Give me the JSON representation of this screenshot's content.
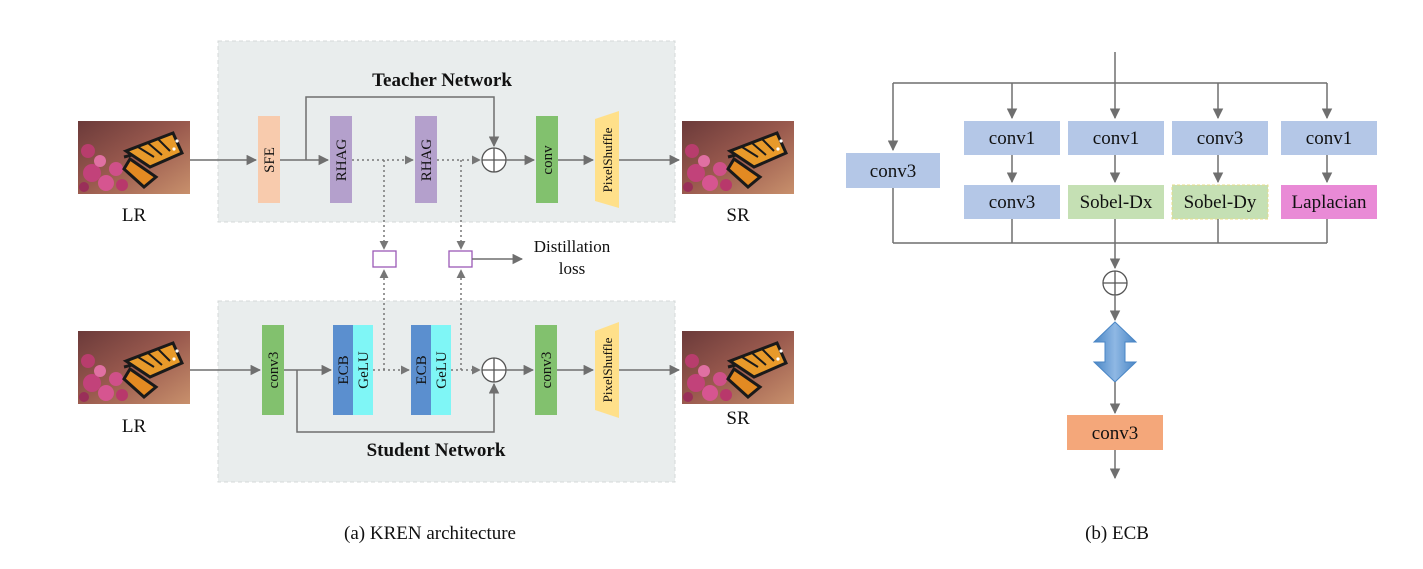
{
  "kren": {
    "caption": "(a) KREN architecture",
    "teacher": {
      "title": "Teacher Network",
      "input_label": "LR",
      "output_label": "SR",
      "blocks": [
        "SFE",
        "RHAG",
        "RHAG",
        "conv",
        "PixelShuffle"
      ]
    },
    "student": {
      "title": "Student Network",
      "input_label": "LR",
      "output_label": "SR",
      "blocks": [
        "conv3",
        "ECB",
        "GeLU",
        "ECB",
        "GeLU",
        "conv3",
        "PixelShuffle"
      ]
    },
    "distillation": {
      "line1": "Distillation",
      "line2": "loss"
    }
  },
  "ecb": {
    "caption": "(b) ECB",
    "left_conv": "conv3",
    "branches": [
      {
        "top": "conv1",
        "bottom": "conv3"
      },
      {
        "top": "conv1",
        "bottom": "Sobel-Dx"
      },
      {
        "top": "conv3",
        "bottom": "Sobel-Dy"
      },
      {
        "top": "conv1",
        "bottom": "Laplacian"
      }
    ],
    "output_conv": "conv3"
  },
  "colors": {
    "panel": "#e9eded",
    "sfe": "#f8cbad",
    "rhag": "#b4a0cc",
    "conv_green": "#82c16e",
    "pixelshuffle": "#ffe08a",
    "ecb_blue": "#5b8fcf",
    "gelu_cyan": "#7ff6f6",
    "conv_blue": "#b4c7e7",
    "sobel_green": "#c5e0b4",
    "laplacian_pink": "#e98ad6",
    "conv3_orange": "#f4a77a",
    "arrow": "#6f6f6f",
    "loss_box": "#9b59b6"
  }
}
